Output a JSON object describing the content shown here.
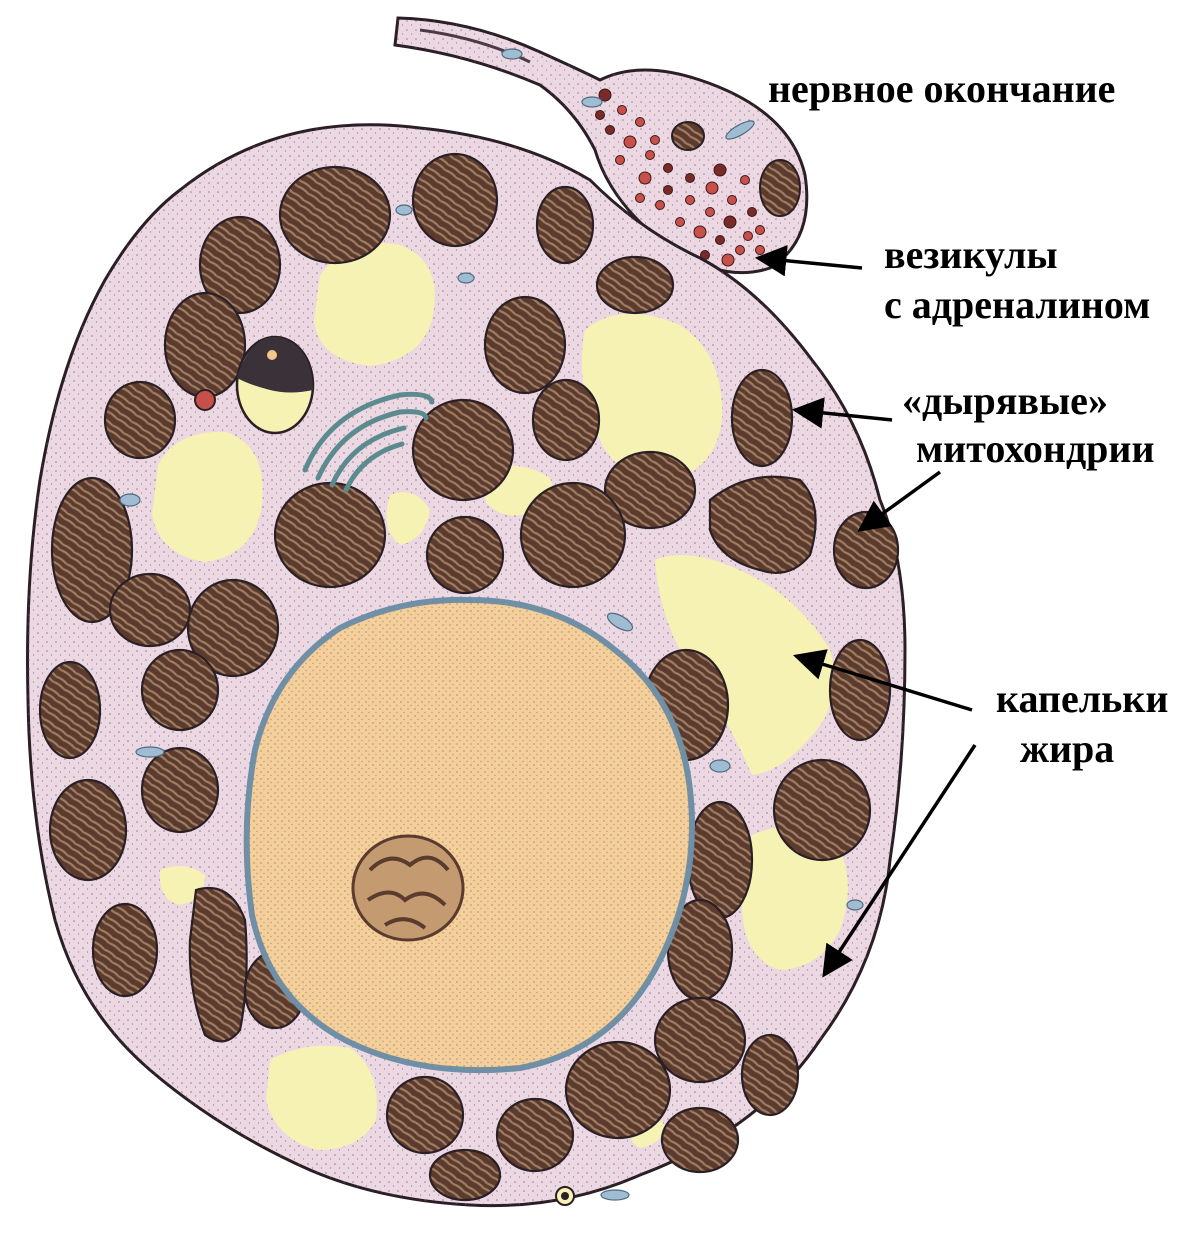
{
  "labels": {
    "nerve_ending": "нервное окончание",
    "vesicles_line1": "везикулы",
    "vesicles_line2": "с адреналином",
    "mito_line1": "«дырявые»",
    "mito_line2": "митохондрии",
    "fat_line1": "капельки",
    "fat_line2": "жира"
  },
  "colors": {
    "cytoplasm": "#ecd8e3",
    "outline": "#2a1f24",
    "mitochondrion": "#5a3b2d",
    "mito_cristae": "#a07c62",
    "lipid": "#f5f2b4",
    "nucleus": "#f3cf9c",
    "nuclear_envelope": "#6e8fa8",
    "nucleolus": "#8b6a52",
    "vesicle": "#c8504a",
    "er": "#9fbcd2"
  }
}
